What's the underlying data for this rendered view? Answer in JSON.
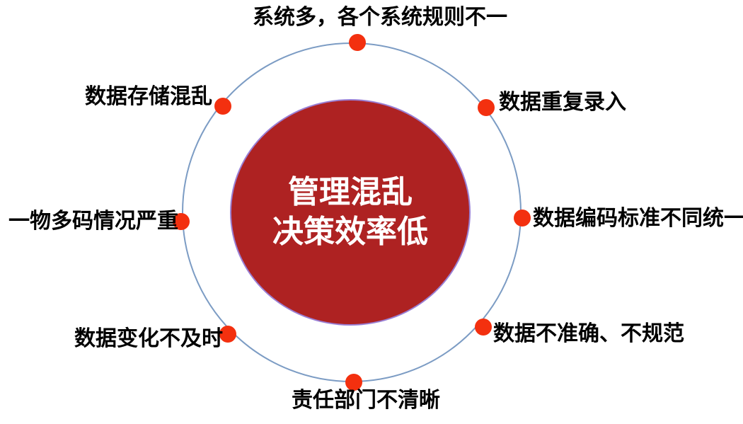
{
  "diagram": {
    "center_circle": {
      "line1": "管理混乱",
      "line2": "决策效率低"
    },
    "items": [
      {
        "id": "top",
        "label": "系统多，各个系统规则不一"
      },
      {
        "id": "top-right",
        "label": "数据重复录入"
      },
      {
        "id": "right",
        "label": "数据编码标准不同统一"
      },
      {
        "id": "bottom-right",
        "label": "数据不准确、不规范"
      },
      {
        "id": "bottom",
        "label": "责任部门不清晰"
      },
      {
        "id": "bottom-left",
        "label": "数据变化不及时"
      },
      {
        "id": "left",
        "label": "一物多码情况严重"
      },
      {
        "id": "top-left",
        "label": "数据存储混乱"
      }
    ],
    "colors": {
      "background": "#FFFFFF",
      "center_fill": "#AE2222",
      "center_text": "#FFFFFF",
      "dot_fill": "#F3300F",
      "ring_stroke": "#7C9CC4",
      "label_text": "#000000"
    }
  }
}
